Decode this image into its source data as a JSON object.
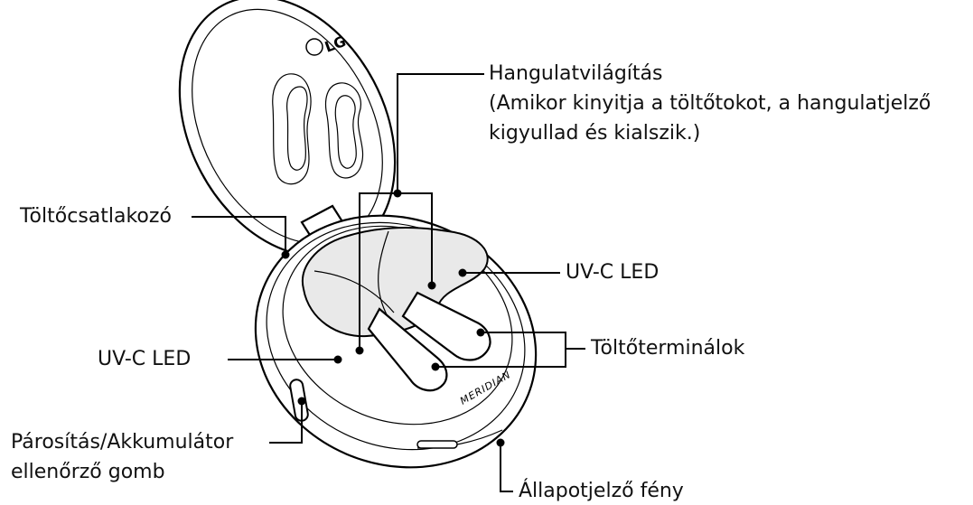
{
  "labels": {
    "ambient_light_title": "Hangulatvilágítás",
    "ambient_light_note_1": "(Amikor kinyitja a töltőtokot, a hangulatjelző",
    "ambient_light_note_2": "kigyullad és kialszik.)",
    "charging_connector": "Töltőcsatlakozó",
    "uvc_led_right": "UV-C LED",
    "uvc_led_left": "UV-C LED",
    "charging_terminals": "Töltőterminálok",
    "pairing_button_1": "Párosítás/Akkumulátor",
    "pairing_button_2": "ellenőrző gomb",
    "status_light": "Állapotjelző fény"
  },
  "branding": {
    "lid_logo": "LG",
    "case_logo": "MERIDIAN"
  }
}
